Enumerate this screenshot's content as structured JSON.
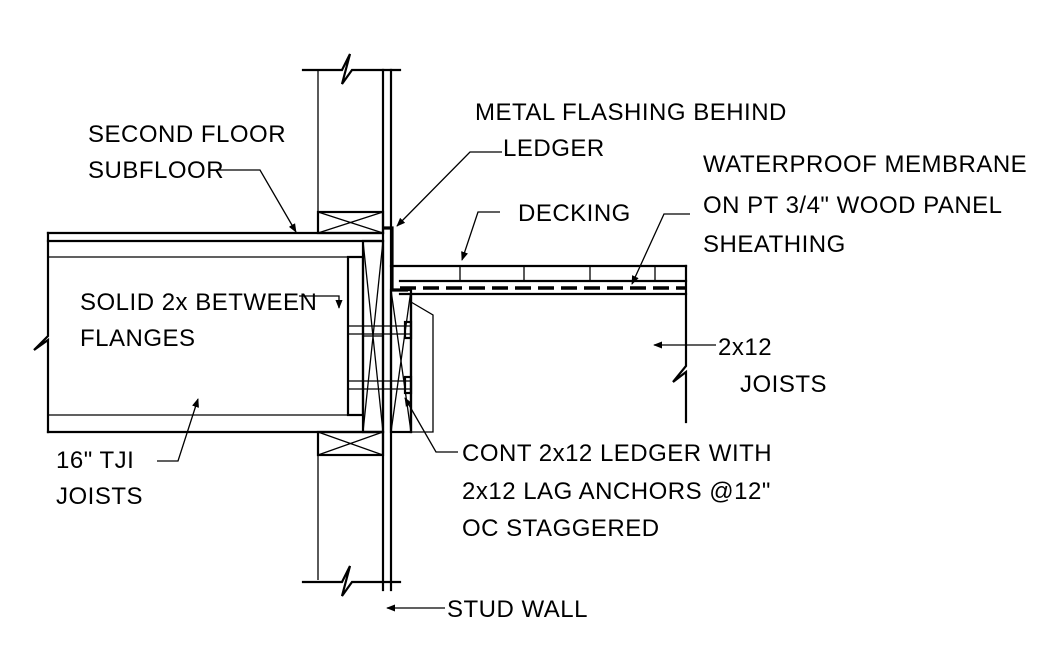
{
  "labels": {
    "second_floor_subfloor": [
      "SECOND FLOOR",
      "SUBFLOOR"
    ],
    "metal_flashing": [
      "METAL FLASHING BEHIND",
      "LEDGER"
    ],
    "waterproof_membrane": [
      "WATERPROOF MEMBRANE",
      "ON PT 3/4\" WOOD PANEL",
      "SHEATHING"
    ],
    "decking": "DECKING",
    "solid_blocking": [
      "SOLID 2x BETWEEN",
      "FLANGES"
    ],
    "deck_joists": [
      "2x12",
      "JOISTS"
    ],
    "tji_joists": [
      "16\" TJI",
      "JOISTS"
    ],
    "ledger": [
      "CONT 2x12 LEDGER WITH",
      "2x12 LAG ANCHORS @12\"",
      "OC STAGGERED"
    ],
    "stud_wall": "STUD WALL"
  }
}
